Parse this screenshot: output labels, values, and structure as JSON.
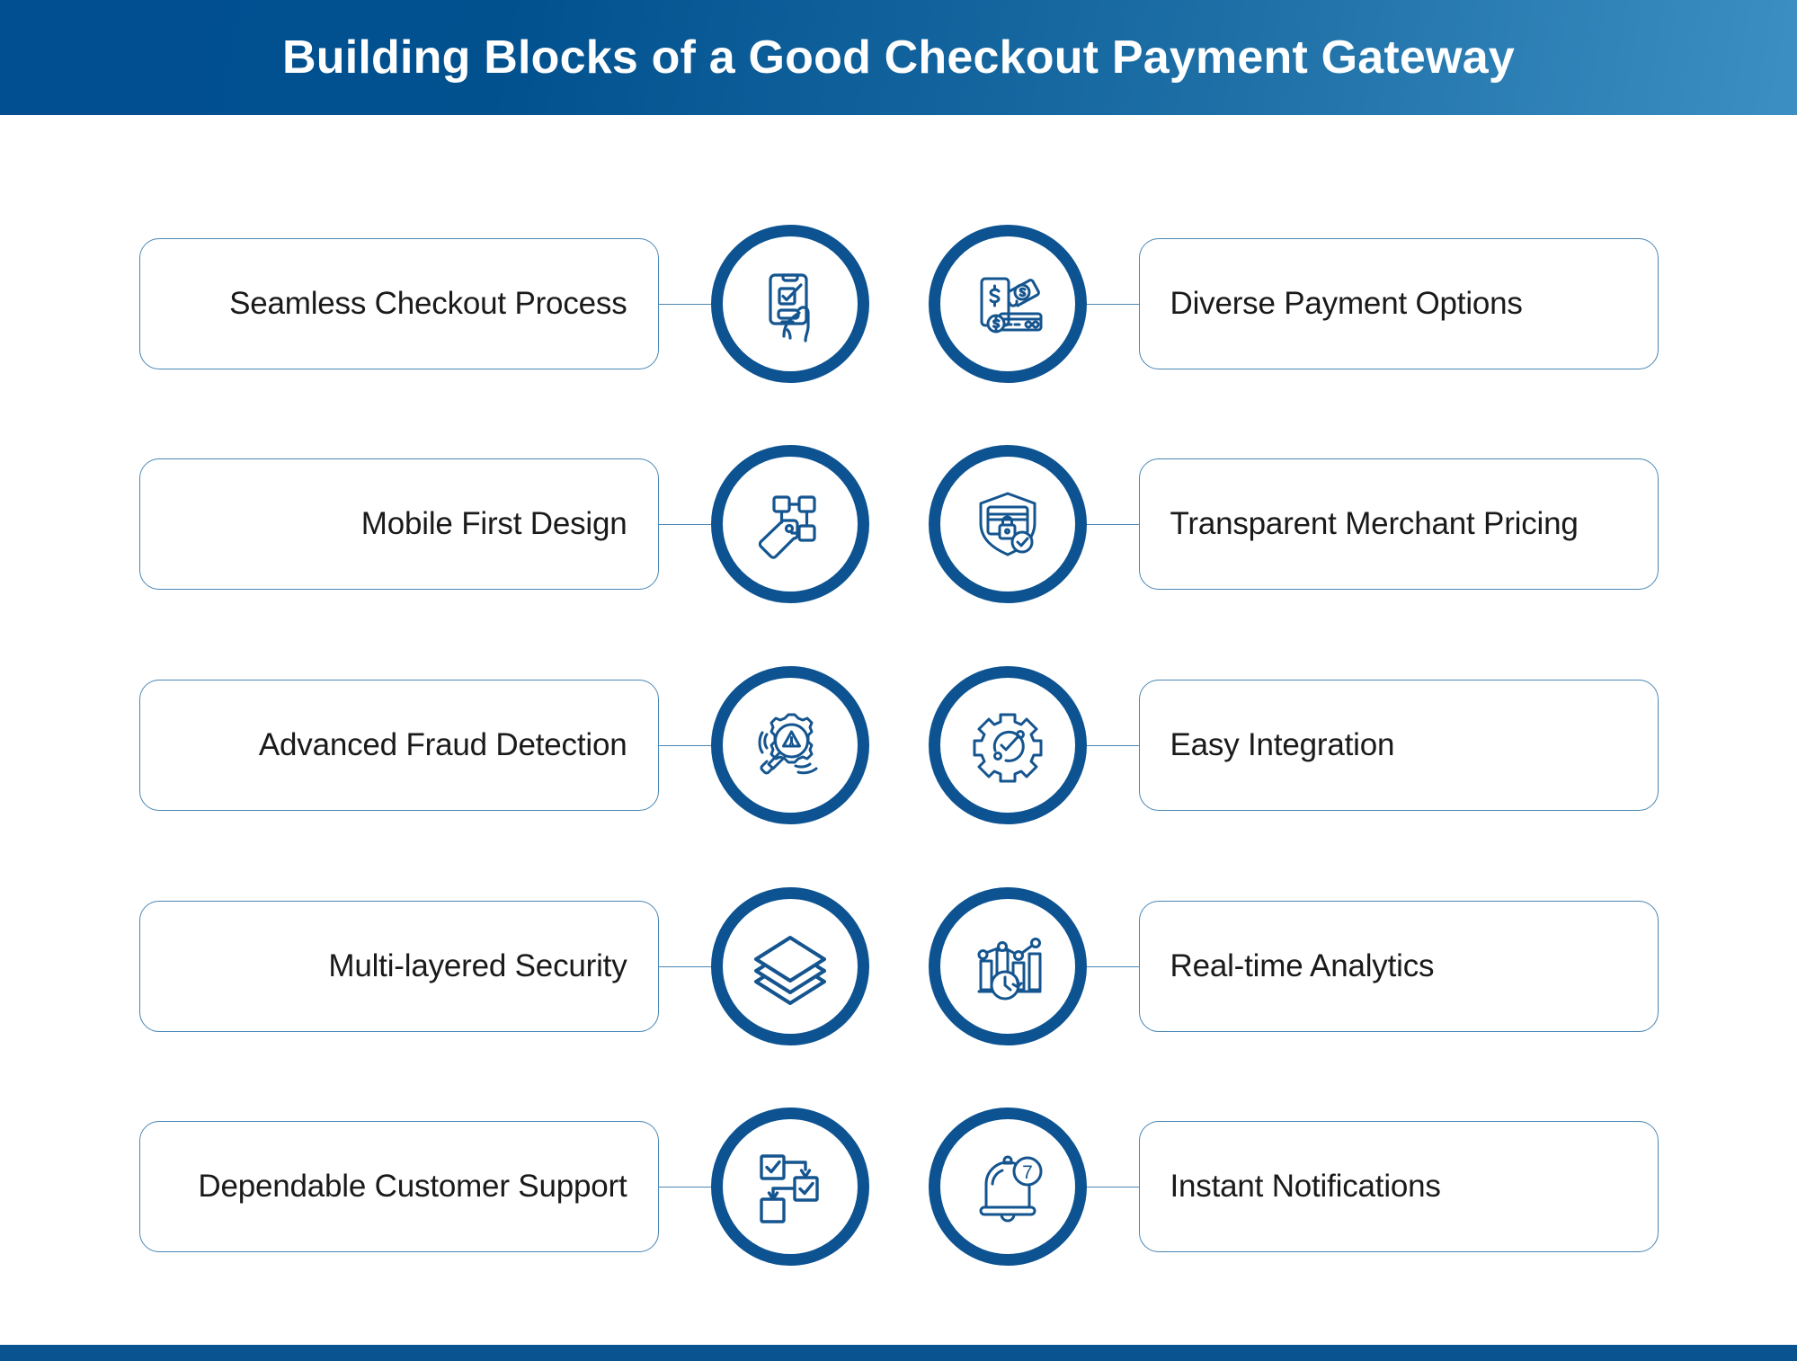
{
  "header": {
    "title": "Building Blocks of a Good Checkout Payment Gateway",
    "gradient_start": "#014E90",
    "gradient_end": "#3B8FC2",
    "title_color": "#FFFFFF"
  },
  "theme": {
    "accent": "#0D5392",
    "box_border": "#4A87B5",
    "connector": "#4A87B5",
    "label_color": "#1A1A1A",
    "background": "#FFFFFF",
    "footer_bar": "#0A5391"
  },
  "rows": [
    {
      "left": {
        "label": "Seamless Checkout Process",
        "icon": "hand-holding-phone-checkout-icon"
      },
      "right": {
        "label": "Diverse Payment Options",
        "icon": "phone-cash-card-payments-icon"
      }
    },
    {
      "left": {
        "label": "Mobile First Design",
        "icon": "tag-nodes-design-icon"
      },
      "right": {
        "label": "Transparent Merchant Pricing",
        "icon": "shield-card-lock-verified-icon"
      }
    },
    {
      "left": {
        "label": "Advanced Fraud Detection",
        "icon": "magnifier-warning-gears-icon"
      },
      "right": {
        "label": "Easy Integration",
        "icon": "gear-check-icon"
      }
    },
    {
      "left": {
        "label": "Multi-layered Security",
        "icon": "stacked-layers-icon"
      },
      "right": {
        "label": "Real-time Analytics",
        "icon": "bar-chart-clock-icon"
      }
    },
    {
      "left": {
        "label": "Dependable Customer Support",
        "icon": "flowchart-checkboxes-icon"
      },
      "right": {
        "label": "Instant Notifications",
        "icon": "bell-badge-icon",
        "badge": "7"
      }
    }
  ]
}
